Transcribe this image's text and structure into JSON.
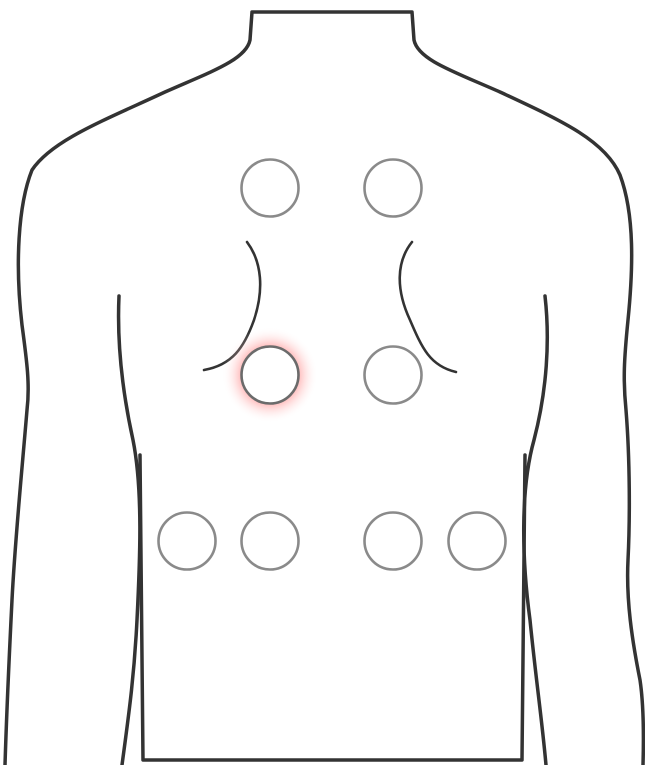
{
  "colors": {
    "outline": "#333333",
    "spot_border": "#8a8a8a",
    "selected_fill": "#f3d9ae",
    "selected_glow": "#ff5a5a",
    "background": "#ffffff"
  },
  "spots": [
    {
      "id": "upper-left",
      "selected": false
    },
    {
      "id": "upper-right",
      "selected": false
    },
    {
      "id": "middle-left",
      "selected": true
    },
    {
      "id": "middle-right",
      "selected": false
    },
    {
      "id": "lower-far-left",
      "selected": false
    },
    {
      "id": "lower-left",
      "selected": false
    },
    {
      "id": "lower-right",
      "selected": false
    },
    {
      "id": "lower-far-right",
      "selected": false
    }
  ]
}
